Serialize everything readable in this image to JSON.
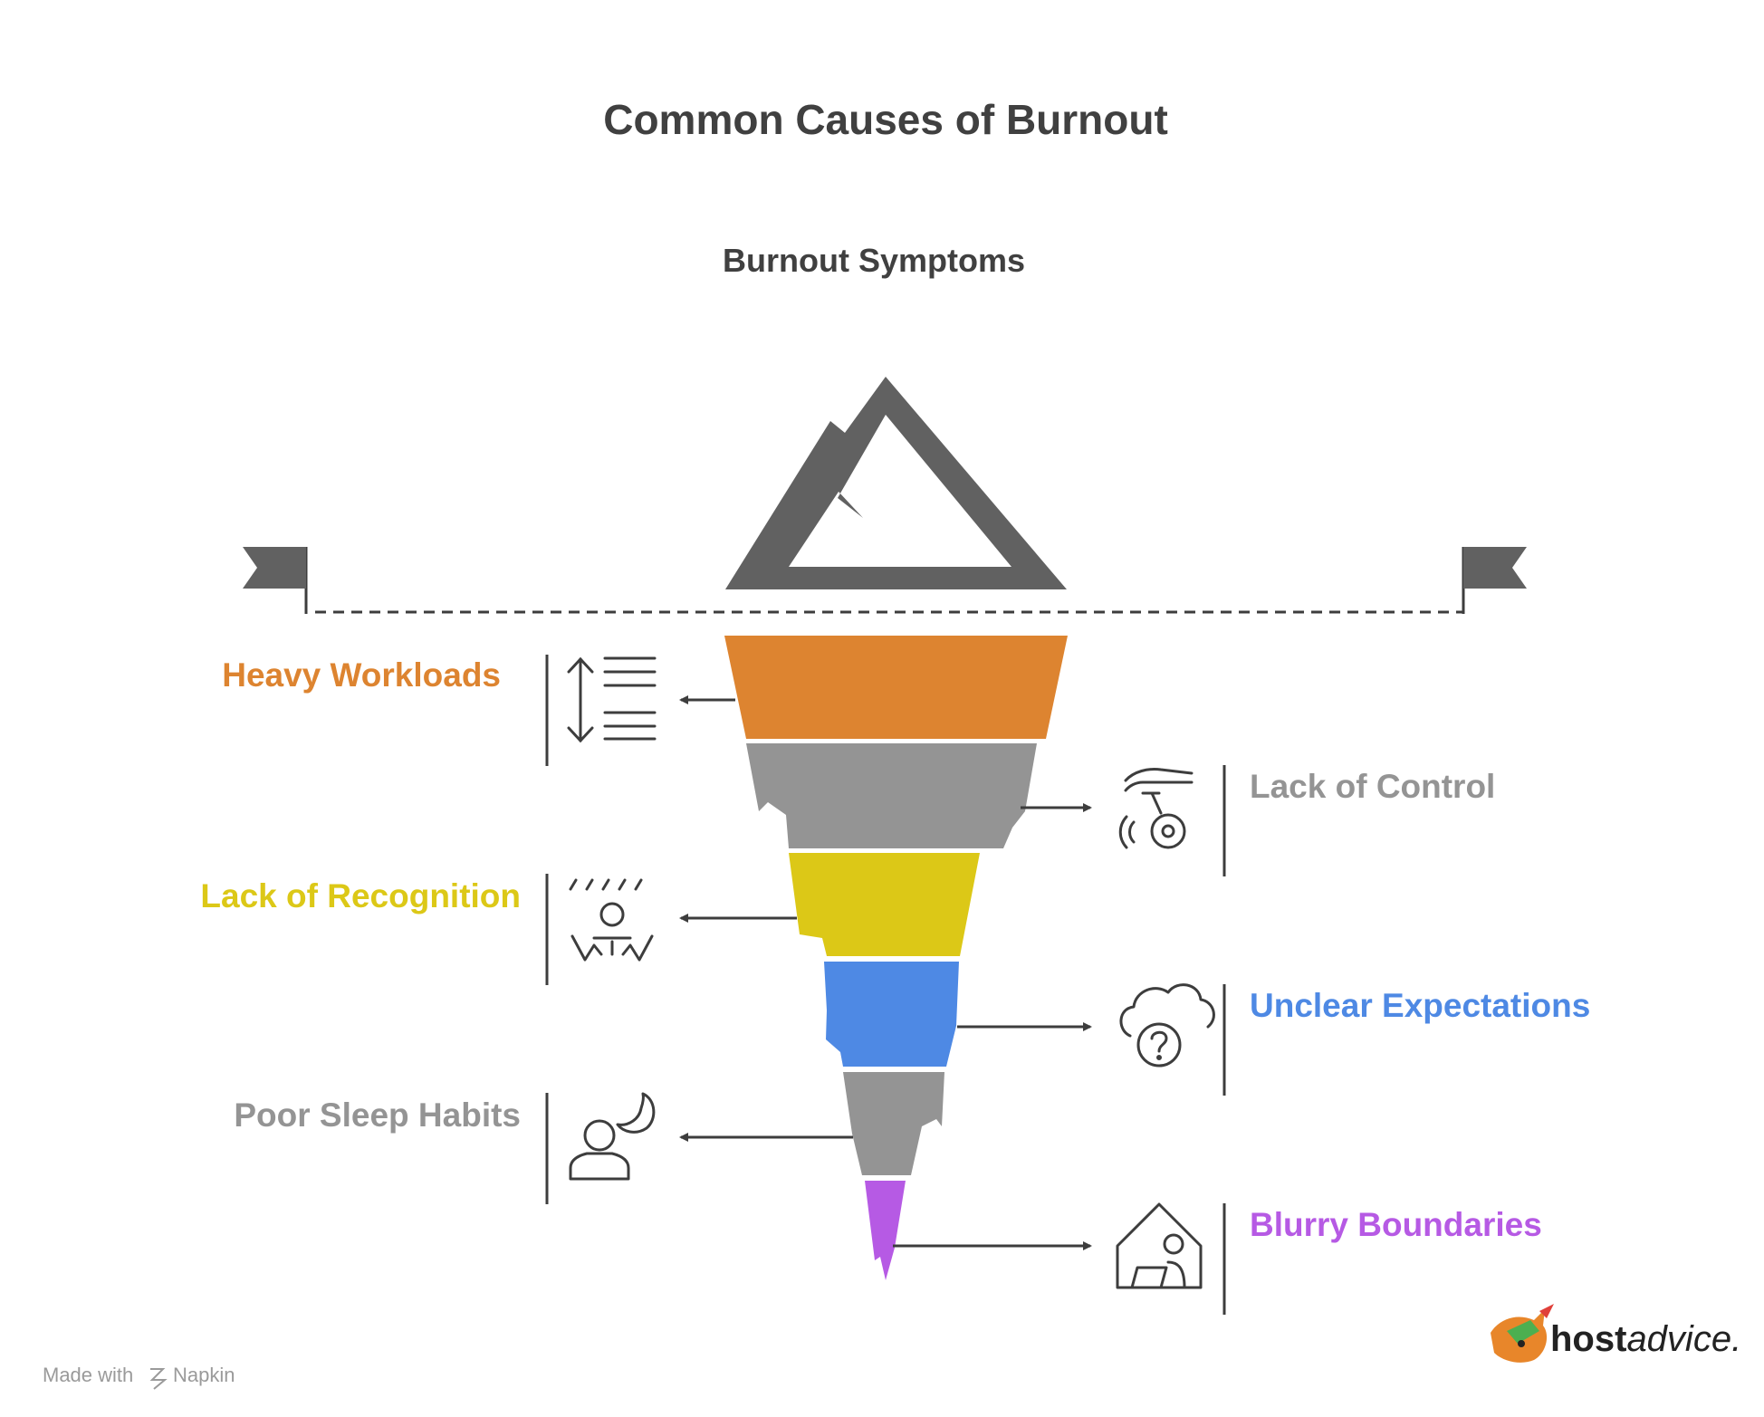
{
  "title": "Common Causes of Burnout",
  "subtitle": "Burnout Symptoms",
  "causes": [
    {
      "label": "Heavy Workloads",
      "color": "#DD8430",
      "icon": "up-down-arrow-lines-icon"
    },
    {
      "label": "Lack of Control",
      "color": "#949494",
      "icon": "hand-controlling-icon"
    },
    {
      "label": "Lack of Recognition",
      "color": "#DCC817",
      "icon": "person-rain-icon"
    },
    {
      "label": "Unclear Expectations",
      "color": "#4E89E4",
      "icon": "cloud-question-icon"
    },
    {
      "label": "Poor Sleep Habits",
      "color": "#949494",
      "icon": "person-moon-icon"
    },
    {
      "label": "Blurry Boundaries",
      "color": "#B65AE4",
      "icon": "home-worker-icon"
    }
  ],
  "colors": {
    "mountain": "#616161",
    "outline": "#3d3d3d",
    "text": "#404040"
  },
  "footer": {
    "made_with": "Made with",
    "napkin": "Napkin"
  },
  "brand": {
    "part1": "host",
    "part2": "advice."
  }
}
